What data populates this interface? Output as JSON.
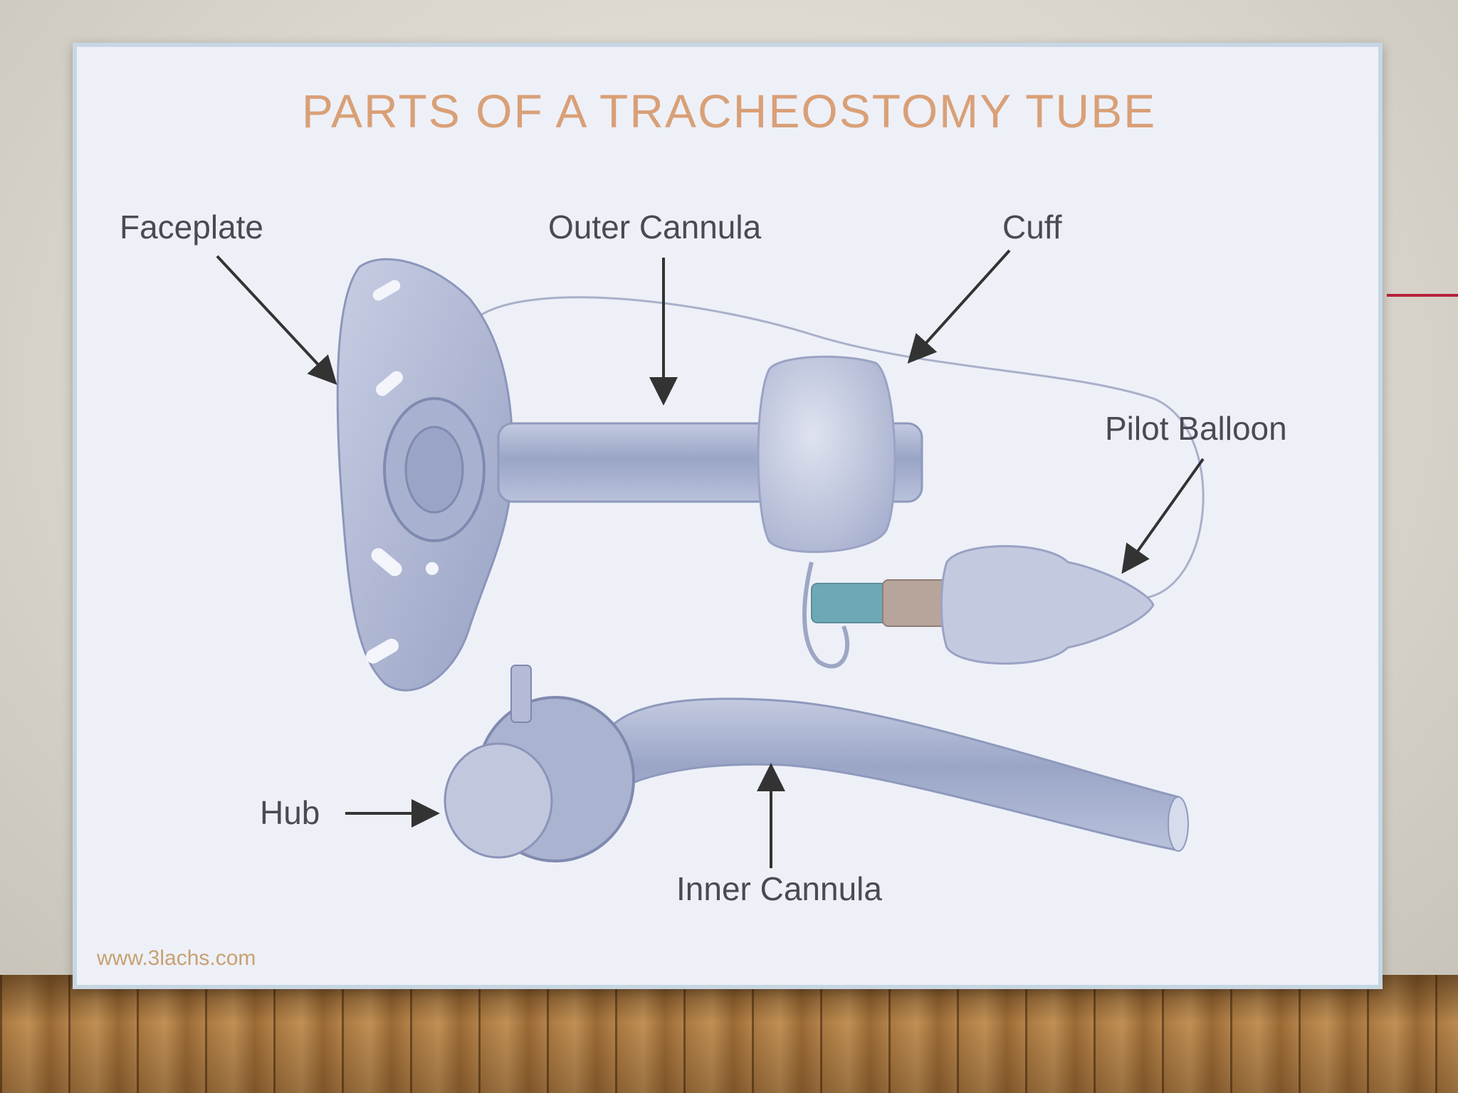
{
  "diagram": {
    "title": "PARTS OF A TRACHEOSTOMY TUBE",
    "labels": {
      "faceplate": "Faceplate",
      "outer_cannula": "Outer Cannula",
      "cuff": "Cuff",
      "pilot_balloon": "Pilot Balloon",
      "hub": "Hub",
      "inner_cannula": "Inner Cannula"
    },
    "credit": "www.3lachs.com"
  },
  "colors": {
    "title": "#d9a077",
    "label_text": "#4a4a55",
    "panel_background": "#eef0f8",
    "accent_line": "#b5233a",
    "device": "#a9b3d1"
  }
}
